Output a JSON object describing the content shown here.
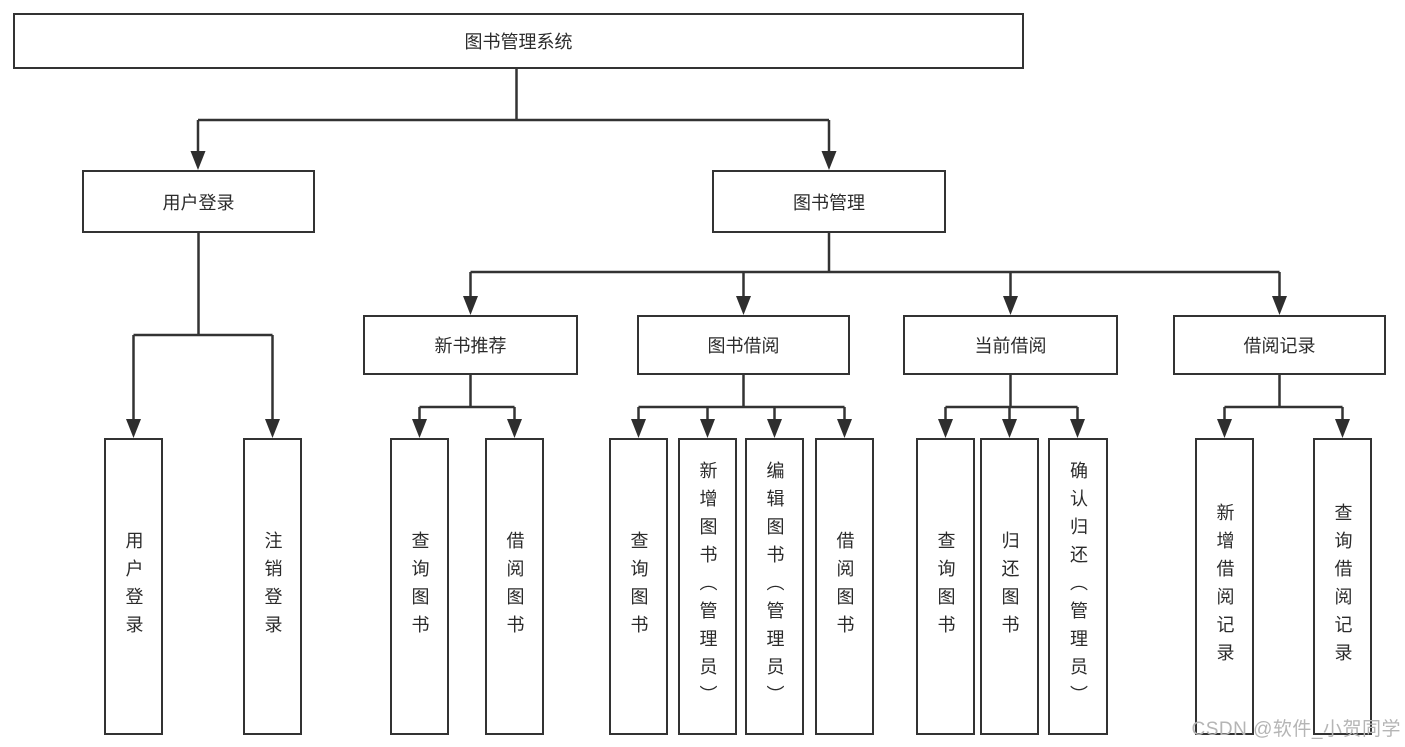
{
  "diagram": {
    "root": {
      "label": "图书管理系统"
    },
    "branches": [
      {
        "label": "用户登录",
        "children": [
          {
            "label": "用户登录"
          },
          {
            "label": "注销登录"
          }
        ]
      },
      {
        "label": "图书管理",
        "children": [
          {
            "label": "新书推荐",
            "children": [
              {
                "label": "查询图书"
              },
              {
                "label": "借阅图书"
              }
            ]
          },
          {
            "label": "图书借阅",
            "children": [
              {
                "label": "查询图书"
              },
              {
                "label": "新增图书（管理员）"
              },
              {
                "label": "编辑图书（管理员）"
              },
              {
                "label": "借阅图书"
              }
            ]
          },
          {
            "label": "当前借阅",
            "children": [
              {
                "label": "查询图书"
              },
              {
                "label": "归还图书"
              },
              {
                "label": "确认归还（管理员）"
              }
            ]
          },
          {
            "label": "借阅记录",
            "children": [
              {
                "label": "新增借阅记录"
              },
              {
                "label": "查询借阅记录"
              }
            ]
          }
        ]
      }
    ]
  },
  "watermark": {
    "text": "CSDN @软件_小贺同学"
  },
  "colors": {
    "line": "#333333",
    "box_border": "#333333",
    "box_background": "#ffffff",
    "text": "#2b2b2b",
    "watermark": "#b5b5b5",
    "background": "#ffffff"
  }
}
